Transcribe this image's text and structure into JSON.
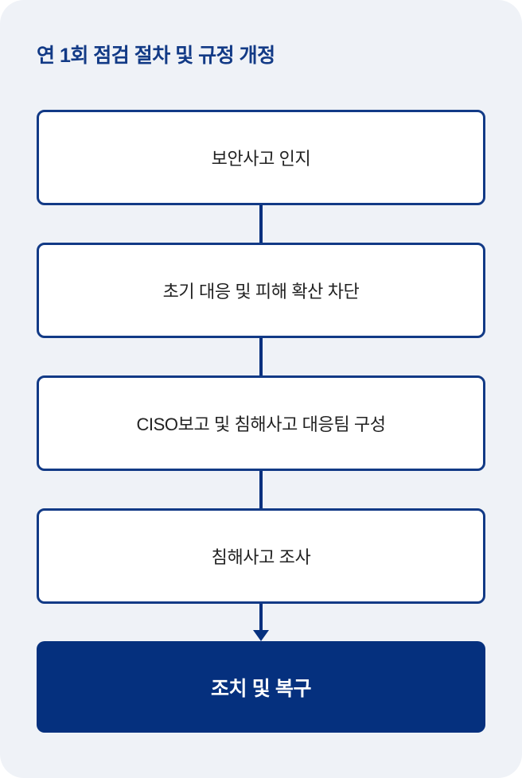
{
  "panel": {
    "title": "연 1회 점검 절차 및 규정 개정",
    "background_color": "#eff2f7",
    "title_color": "#123a86"
  },
  "flowchart": {
    "type": "vertical-process-flow",
    "connector_color": "#05307e",
    "nodes": [
      {
        "id": "step-1",
        "label": "보안사고 인지",
        "style": "outlined",
        "fill_color": "#ffffff",
        "border_color": "#123a86",
        "text_color": "#222222"
      },
      {
        "id": "step-2",
        "label": "초기 대응 및 피해 확산 차단",
        "style": "outlined",
        "fill_color": "#ffffff",
        "border_color": "#123a86",
        "text_color": "#222222"
      },
      {
        "id": "step-3",
        "label": "CISO보고 및 침해사고 대응팀 구성",
        "style": "outlined",
        "fill_color": "#ffffff",
        "border_color": "#123a86",
        "text_color": "#222222"
      },
      {
        "id": "step-4",
        "label": "침해사고 조사",
        "style": "outlined",
        "fill_color": "#ffffff",
        "border_color": "#123a86",
        "text_color": "#222222"
      },
      {
        "id": "step-5",
        "label": "조치 및 복구",
        "style": "filled",
        "fill_color": "#05307e",
        "border_color": "#05307e",
        "text_color": "#ffffff"
      }
    ],
    "connectors": [
      {
        "from": "step-1",
        "to": "step-2",
        "arrowhead": false
      },
      {
        "from": "step-2",
        "to": "step-3",
        "arrowhead": false
      },
      {
        "from": "step-3",
        "to": "step-4",
        "arrowhead": false
      },
      {
        "from": "step-4",
        "to": "step-5",
        "arrowhead": true
      }
    ]
  }
}
